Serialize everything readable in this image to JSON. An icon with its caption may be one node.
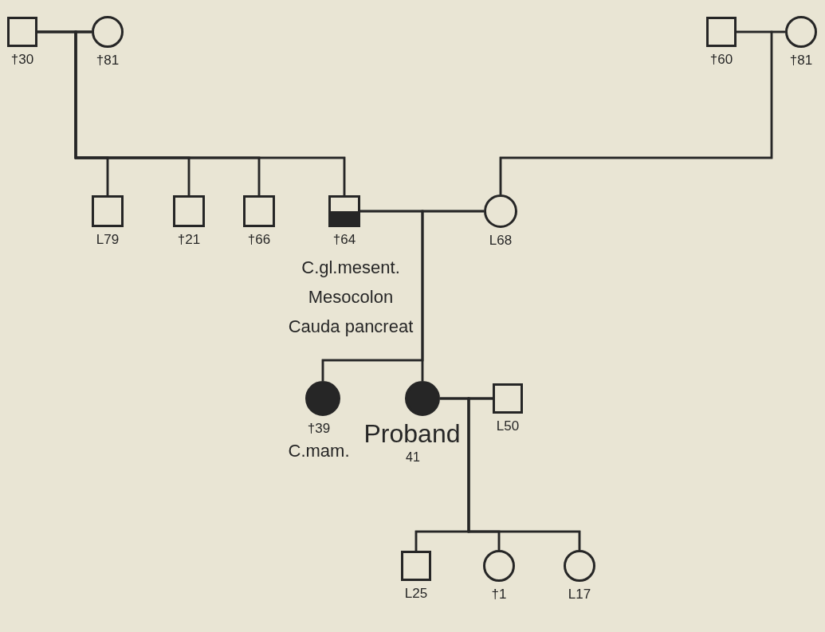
{
  "diagram": {
    "nodes": [
      {
        "text": [],
        "shape": "box",
        "beside": [
          "†30"
        ]
      },
      {
        "text": [],
        "shape": "circle",
        "beside": [
          "†81"
        ]
      },
      {
        "text": [],
        "shape": "box",
        "beside": [
          "†60"
        ]
      },
      {
        "text": [],
        "shape": "circle",
        "beside": [
          "†81"
        ]
      },
      {
        "text": [],
        "shape": "box",
        "beside": [
          "L79"
        ]
      },
      {
        "text": [],
        "shape": "box",
        "beside": [
          "†21"
        ]
      },
      {
        "text": [],
        "shape": "box",
        "beside": [
          "†66"
        ]
      },
      {
        "text": [],
        "shape": "half-box",
        "beside": [
          "†64",
          "C.gl.mesent. Mesocolon Cauda pancreat"
        ]
      },
      {
        "text": [],
        "shape": "circle",
        "beside": [
          "L68"
        ]
      },
      {
        "text": [],
        "shape": "disc",
        "beside": [
          "†39",
          "C.mam."
        ]
      },
      {
        "text": [],
        "shape": "disc",
        "beside": [
          "Proband",
          "41"
        ]
      },
      {
        "text": [],
        "shape": "box",
        "beside": [
          "L50"
        ]
      },
      {
        "text": [],
        "shape": "box",
        "beside": [
          "L25"
        ]
      },
      {
        "text": [],
        "shape": "circle",
        "beside": [
          "†1"
        ]
      },
      {
        "text": [],
        "shape": "circle",
        "beside": [
          "L17"
        ]
      }
    ],
    "edges": [
      {
        "from": 0,
        "to": 1,
        "arrow": "none"
      },
      {
        "from": 2,
        "to": 3,
        "arrow": "none"
      },
      {
        "from": 0,
        "to": 4,
        "arrow": "none"
      },
      {
        "from": 1,
        "to": 4,
        "arrow": "none"
      },
      {
        "from": 0,
        "to": 5,
        "arrow": "none"
      },
      {
        "from": 1,
        "to": 5,
        "arrow": "none"
      },
      {
        "from": 0,
        "to": 6,
        "arrow": "none"
      },
      {
        "from": 1,
        "to": 6,
        "arrow": "none"
      },
      {
        "from": 0,
        "to": 7,
        "arrow": "none"
      },
      {
        "from": 1,
        "to": 7,
        "arrow": "none"
      },
      {
        "from": 2,
        "to": 8,
        "arrow": "none"
      },
      {
        "from": 3,
        "to": 8,
        "arrow": "none"
      },
      {
        "from": 7,
        "to": 8,
        "arrow": "none"
      },
      {
        "from": 7,
        "to": 9,
        "arrow": "none"
      },
      {
        "from": 8,
        "to": 9,
        "arrow": "none"
      },
      {
        "from": 7,
        "to": 10,
        "arrow": "none"
      },
      {
        "from": 8,
        "to": 10,
        "arrow": "none"
      },
      {
        "from": 10,
        "to": 11,
        "arrow": "none"
      },
      {
        "from": 10,
        "to": 12,
        "arrow": "none"
      },
      {
        "from": 11,
        "to": 12,
        "arrow": "none"
      },
      {
        "from": 10,
        "to": 13,
        "arrow": "none"
      },
      {
        "from": 11,
        "to": 13,
        "arrow": "none"
      },
      {
        "from": 10,
        "to": 14,
        "arrow": "none"
      },
      {
        "from": 11,
        "to": 14,
        "arrow": "none"
      }
    ]
  }
}
